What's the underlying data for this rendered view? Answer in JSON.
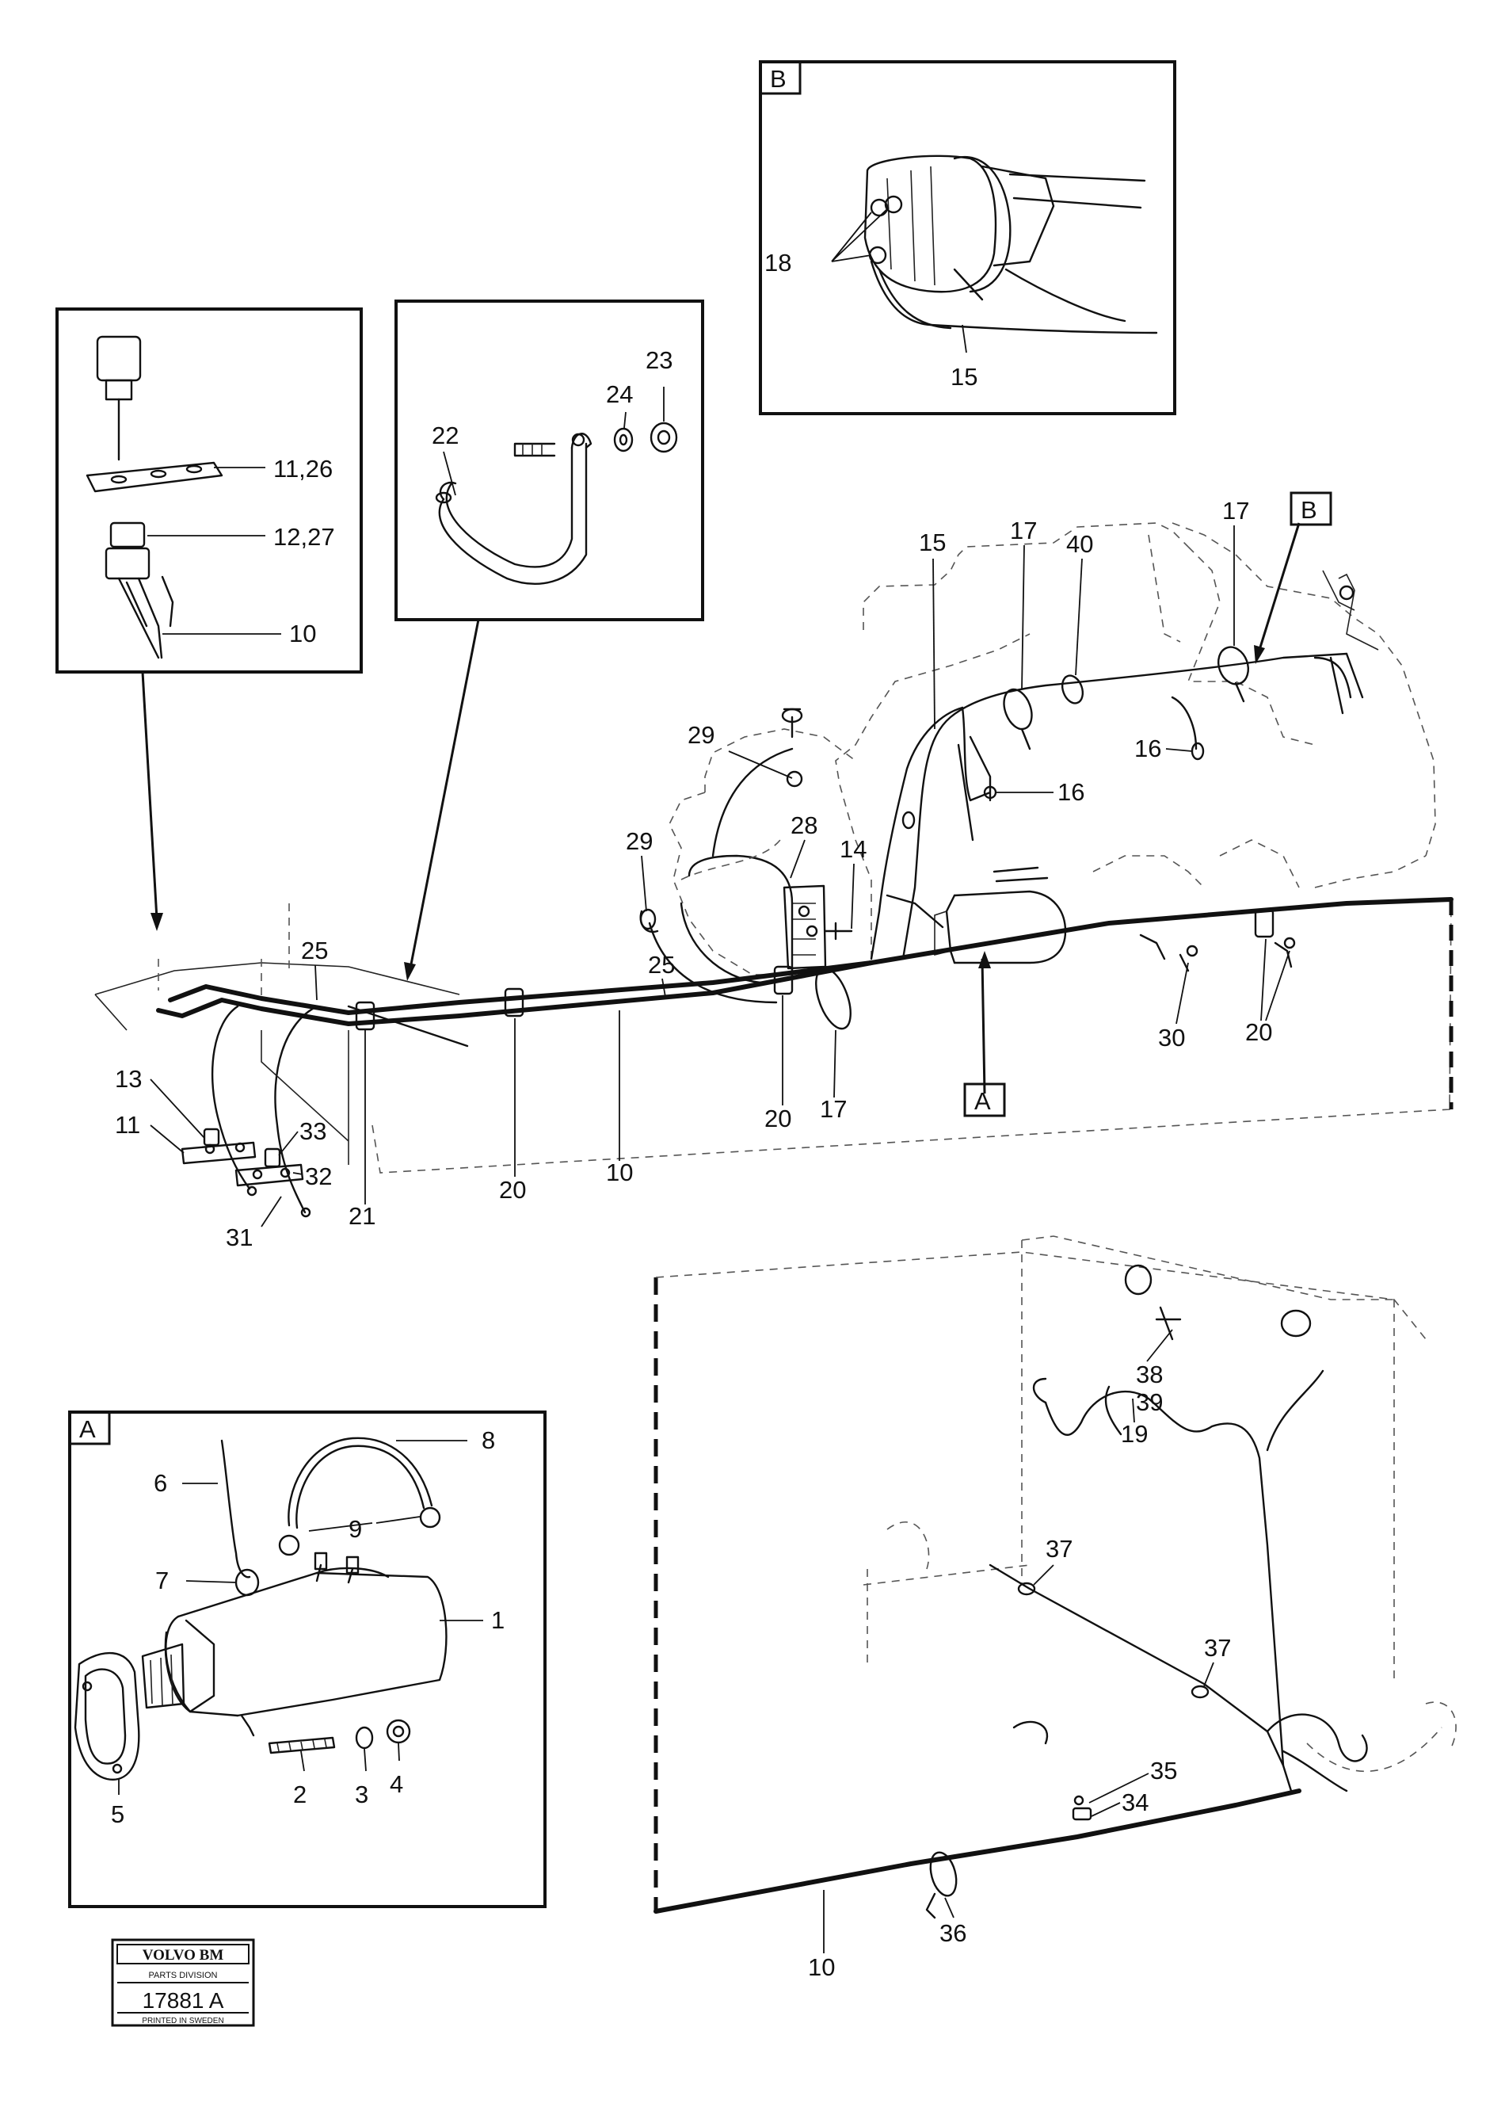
{
  "callouts": {
    "c1": "1",
    "c2": "2",
    "c3": "3",
    "c4": "4",
    "c5": "5",
    "c6": "6",
    "c7": "7",
    "c8": "8",
    "c9": "9",
    "c10a": "10",
    "c10b": "10",
    "c10c": "10",
    "c11a": "11,26",
    "c11b": "11",
    "c12": "12,27",
    "c13": "13",
    "c14": "14",
    "c15a": "15",
    "c15b": "15",
    "c16a": "16",
    "c16b": "16",
    "c17a": "17",
    "c17b": "17",
    "c17c": "17",
    "c18": "18",
    "c19": "19",
    "c20a": "20",
    "c20b": "20",
    "c20c": "20",
    "c21": "21",
    "c22": "22",
    "c23": "23",
    "c24": "24",
    "c25a": "25",
    "c25b": "25",
    "c28": "28",
    "c29a": "29",
    "c29b": "29",
    "c30": "30",
    "c31": "31",
    "c32": "32",
    "c33": "33",
    "c34": "34",
    "c35": "35",
    "c36": "36",
    "c37a": "37",
    "c37b": "37",
    "c38": "38",
    "c39": "39",
    "c40": "40"
  },
  "detail_tags": {
    "b_top": "B",
    "b_main": "B",
    "a_main": "A",
    "a_detail": "A"
  },
  "stamp": {
    "brand": "VOLVO BM",
    "division": "PARTS DIVISION",
    "number": "17881 A",
    "printed": "PRINTED IN SWEDEN"
  }
}
